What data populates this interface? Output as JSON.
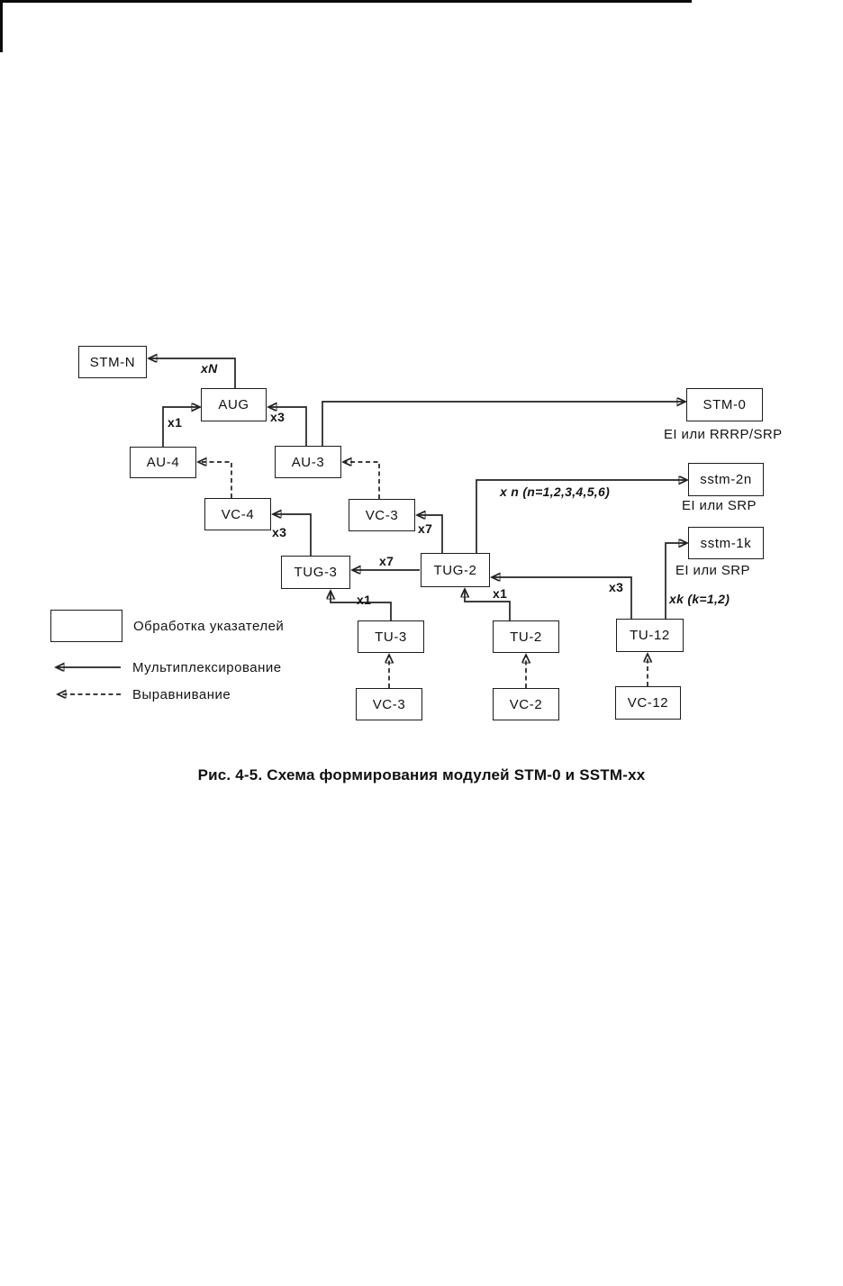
{
  "diagram": {
    "nodes": {
      "stm_n": "STM-N",
      "aug": "AUG",
      "au4": "AU-4",
      "au3": "AU-3",
      "vc4": "VC-4",
      "vc3_top": "VC-3",
      "tug3": "TUG-3",
      "tug2": "TUG-2",
      "tu3": "TU-3",
      "tu2": "TU-2",
      "tu12": "TU-12",
      "vc3_bottom": "VC-3",
      "vc2": "VC-2",
      "vc12": "VC-12",
      "stm0": "STM-0",
      "sstm_2n": "sstm-2n",
      "sstm_1k": "sstm-1k"
    },
    "edge_labels": {
      "xn_stmn": "xN",
      "x1_au4": "x1",
      "x3_au3": "x3",
      "x3_tug3": "x3",
      "x7_vc3": "x7",
      "x7_tug2": "x7",
      "x1_tu3": "x1",
      "x1_tu2": "x1",
      "x3_tu12": "x3",
      "xn_sstm2n": "x n (n=1,2,3,4,5,6)",
      "xk_sstm1k": "xk (k=1,2)"
    },
    "interface_notes": {
      "stm0": "EI или RRRP/SRP",
      "sstm_2n": "EI или SRP",
      "sstm_1k": "EI или SRP"
    }
  },
  "legend": {
    "pointer_processing": "Обработка указателей",
    "multiplexing": "Мультиплексирование",
    "alignment": "Выравнивание"
  },
  "caption": "Рис. 4-5. Схема формирования модулей STM-0 и SSTM-xx"
}
